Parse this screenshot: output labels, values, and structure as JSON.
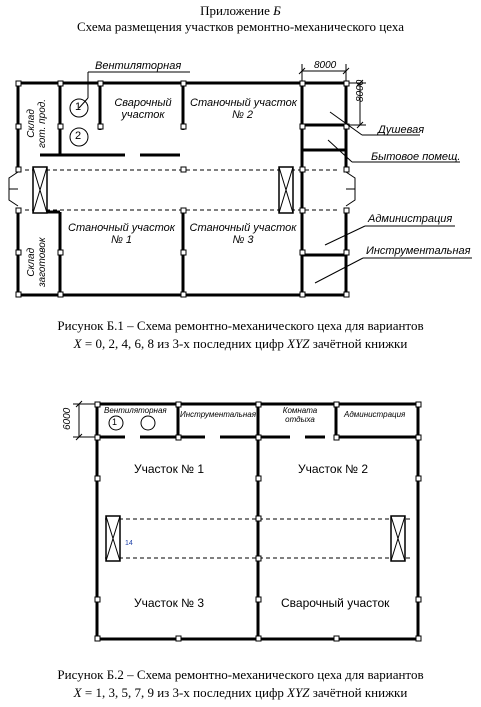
{
  "header": {
    "line1_prefix": "Приложение ",
    "line1_letter": "Б",
    "line2": "Схема размещения участков ремонтно-механического цеха"
  },
  "figure1": {
    "dim_horizontal": "8000",
    "dim_vertical": "8000",
    "labels": {
      "ventilator": "Вентиляторная",
      "circle1": "1",
      "circle2": "2",
      "warehouse_finished_1": "Склад",
      "warehouse_finished_2": "гот. прод.",
      "welding_1": "Сварочный",
      "welding_2": "участок",
      "lathe2_1": "Станочный участок",
      "lathe2_2": "№ 2",
      "shower": "Душевая",
      "household": "Бытовое помещ.",
      "lathe1_1": "Станочный участок",
      "lathe1_2": "№ 1",
      "lathe3_1": "Станочный участок",
      "lathe3_2": "№ 3",
      "warehouse_blanks_1": "Склад",
      "warehouse_blanks_2": "заготовок",
      "administration": "Администрация",
      "tool_room": "Инструментальная"
    },
    "caption_line1": "Рисунок Б.1 – Схема ремонтно-механического цеха для вариантов",
    "caption_line2_prefix": "X",
    "caption_line2_mid": " = 0, 2, 4, 6, 8 из 3-х последних цифр ",
    "caption_line2_xyz": "XYZ",
    "caption_line2_suffix": " зачётной книжки"
  },
  "figure2": {
    "dim_vertical": "6000",
    "labels": {
      "ventilator": "Вентиляторная",
      "circle1": "1",
      "tool_room": "Инструментальная",
      "rest_room_1": "Комната",
      "rest_room_2": "отдыха",
      "administration": "Администрация",
      "section1": "Участок № 1",
      "section2": "Участок № 2",
      "section3": "Участок № 3",
      "welding": "Сварочный участок",
      "marker": "14"
    },
    "caption_line1": "Рисунок Б.2 – Схема ремонтно-механического цеха для вариантов",
    "caption_line2_prefix": "X",
    "caption_line2_mid": " = 1, 3, 5, 7, 9 из 3-х последних цифр ",
    "caption_line2_xyz": "XYZ",
    "caption_line2_suffix": " зачётной книжки"
  }
}
